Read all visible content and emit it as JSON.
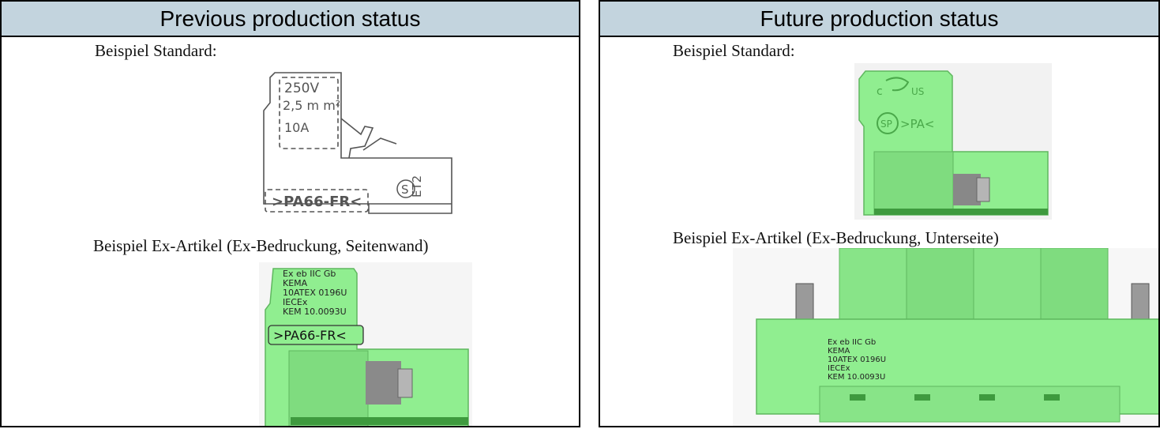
{
  "left": {
    "header": "Previous production status",
    "caption_standard": "Beispiel Standard:",
    "standard_marking": {
      "voltage": "250V",
      "cross_section": "2,5 m m²",
      "current": "10A",
      "material": ">PA66-FR<",
      "cert_mark": "S",
      "cert_code": "ET2"
    },
    "caption_ex": "Beispiel Ex-Artikel (Ex-Bedruckung, Seitenwand)",
    "ex_marking": {
      "lines": [
        "Ex eb IIC Gb",
        "KEMA",
        "10ATEX 0196U",
        "IECEx",
        "KEM 10.0093U"
      ],
      "material": ">PA66-FR<"
    }
  },
  "right": {
    "header": "Future production status",
    "caption_standard": "Beispiel Standard:",
    "standard_marking": {
      "cert_ul": "c",
      "cert_us": "US",
      "cert_csa": "SP",
      "material": ">PA<"
    },
    "caption_ex": "Beispiel Ex-Artikel (Ex-Bedruckung, Unterseite)",
    "ex_marking": {
      "lines": [
        "Ex eb IIC Gb",
        "KEMA",
        "10ATEX 0196U",
        "IECEx",
        "KEM 10.0093U"
      ]
    }
  },
  "colors": {
    "header_bg": "#c3d4de",
    "connector_green": "#90ee90",
    "connector_dark": "#3e9a3e",
    "pin_gray": "#9a9a9a"
  }
}
